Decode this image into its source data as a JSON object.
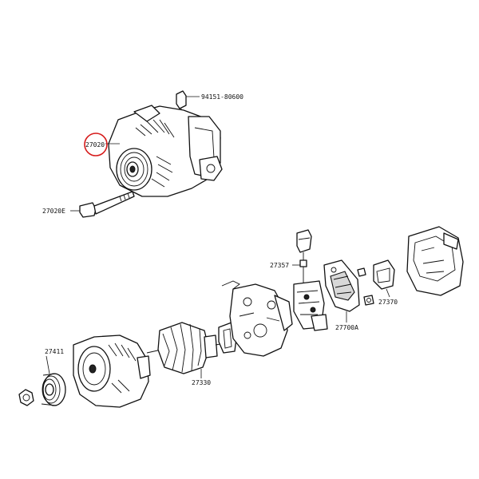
{
  "labels": {
    "bolt_top": "94151-80600",
    "alternator": "27020",
    "through_bolt": "27020E",
    "terminal": "27357",
    "regulator": "27700A",
    "brush_holder": "27370",
    "pulley": "27411",
    "rotor": "27330"
  },
  "highlight_color": "#d61a1a"
}
